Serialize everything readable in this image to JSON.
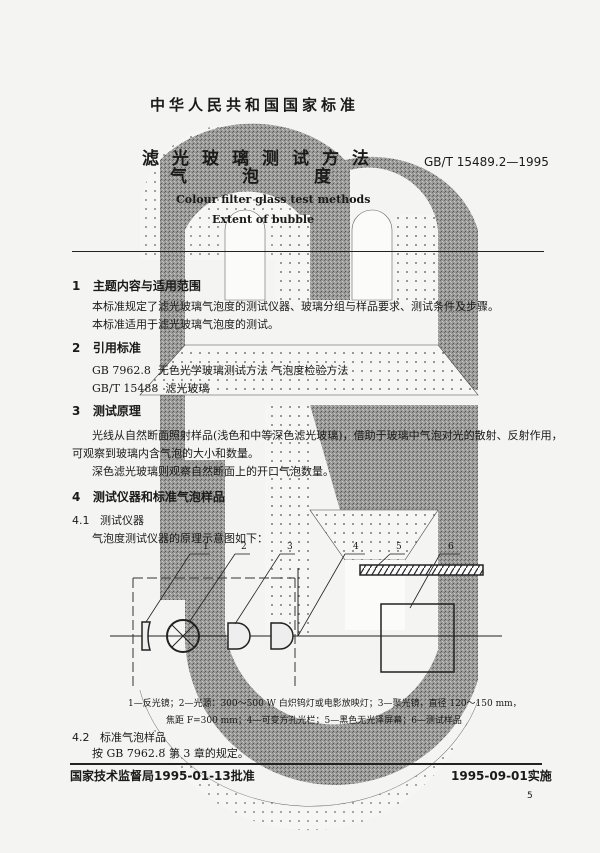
{
  "header": {
    "national_standard": "中华人民共和国国家标准",
    "title_cn_line1": "滤光玻璃测试方法",
    "title_cn_line2": [
      "气",
      "泡",
      "度"
    ],
    "standard_number": "GB/T 15489.2—1995",
    "title_en_line1": "Colour filter glass test methods",
    "title_en_line2": "Extent of bubble"
  },
  "sections": [
    {
      "number": "1",
      "heading": "主题内容与适用范围",
      "paragraphs": [
        "本标准规定了滤光玻璃气泡度的测试仪器、玻璃分组与样品要求、测试条件及步骤。",
        "本标准适用于滤光玻璃气泡度的测试。"
      ]
    },
    {
      "number": "2",
      "heading": "引用标准",
      "references": [
        {
          "code": "GB 7962.8",
          "title": "无色光学玻璃测试方法  气泡度检验方法"
        },
        {
          "code": "GB/T 15488",
          "title": "滤光玻璃"
        }
      ]
    },
    {
      "number": "3",
      "heading": "测试原理",
      "paragraphs": [
        "光线从自然断面照射样品(浅色和中等深色滤光玻璃)，借助于玻璃中气泡对光的散射、反射作用，",
        "可观察到玻璃内含气泡的大小和数量。",
        "深色滤光玻璃则观察自然断面上的开口气泡数量。"
      ]
    },
    {
      "number": "4",
      "heading": "测试仪器和标准气泡样品",
      "subsections": [
        {
          "number": "4.1",
          "heading": "测试仪器",
          "paragraph": "气泡度测试仪器的原理示意图如下："
        },
        {
          "number": "4.2",
          "heading": "标准气泡样品",
          "paragraph": "按 GB 7962.8 第 3 章的规定。"
        }
      ]
    }
  ],
  "figure": {
    "labels": [
      "1",
      "2",
      "3",
      "4",
      "5",
      "6"
    ],
    "caption_line1": "1—反光镜；2—光源：300～500 W 白炽钨灯或电影放映灯；3—聚光镜，直径 120～150 mm，",
    "caption_line2": "焦距 F=300 mm；4—可变方孔光栏；5—黑色无光泽屏幕；6—测试样品"
  },
  "footer": {
    "approval": "国家技术监督局1995-01-13批准",
    "implementation": "1995-09-01实施",
    "page_number": "5"
  }
}
